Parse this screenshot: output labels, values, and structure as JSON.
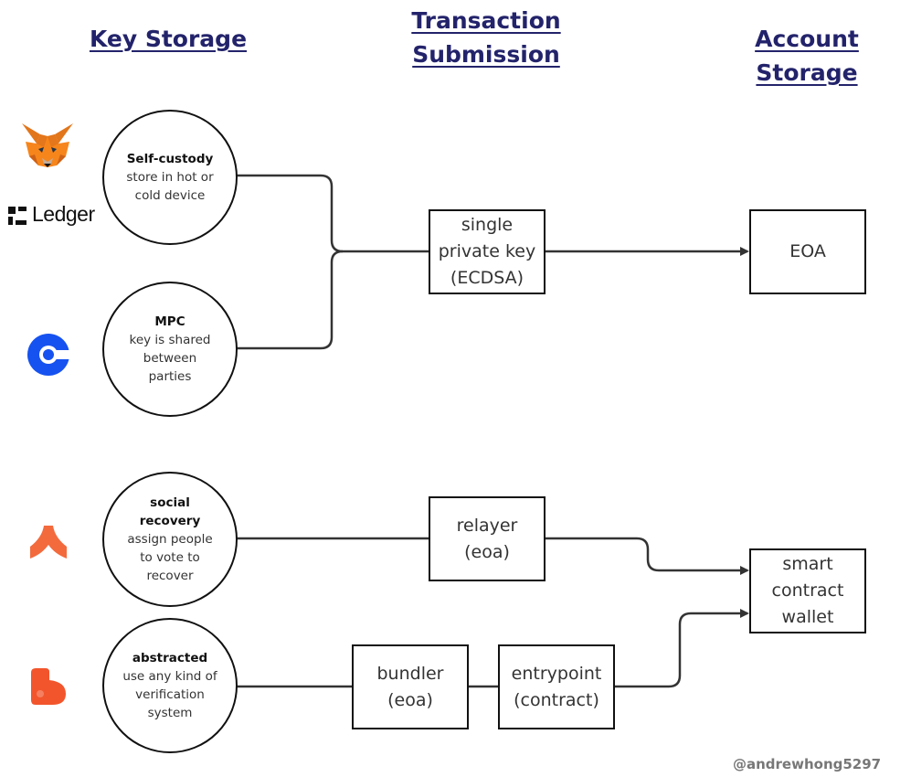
{
  "headers": {
    "key_storage": "Key Storage",
    "tx_submission_line1": "Transaction",
    "tx_submission_line2": "Submission",
    "account_storage": "Account Storage"
  },
  "key_storage": [
    {
      "title": "Self-custody",
      "lines": [
        "store in hot or",
        "cold device"
      ]
    },
    {
      "title": "MPC",
      "lines": [
        "key is shared",
        "between",
        "parties"
      ]
    },
    {
      "title_lines": [
        "social",
        "recovery"
      ],
      "lines": [
        "assign people",
        "to vote to",
        "recover"
      ]
    },
    {
      "title": "abstracted",
      "lines": [
        "use any kind of",
        "verification",
        "system"
      ]
    }
  ],
  "transaction_submission": {
    "private_key": [
      "single",
      "private key",
      "(ECDSA)"
    ],
    "relayer": [
      "relayer",
      "(eoa)"
    ],
    "bundler": [
      "bundler",
      "(eoa)"
    ],
    "entrypoint": [
      "entrypoint",
      "(contract)"
    ]
  },
  "account_storage": {
    "eoa": "EOA",
    "smart_contract_wallet": [
      "smart",
      "contract",
      "wallet"
    ]
  },
  "logos": {
    "metamask": "metamask-fox-icon",
    "ledger": "Ledger",
    "coinbase": "coinbase-icon",
    "argent": "argent-icon",
    "braavos": "braavos-icon"
  },
  "colors": {
    "header": "#23236b",
    "coinbase": "#1652f0",
    "argent": "#f36a3d",
    "braavos": "#f2552c",
    "metamask": "#f6851b"
  },
  "credit": "@andrewhong5297"
}
